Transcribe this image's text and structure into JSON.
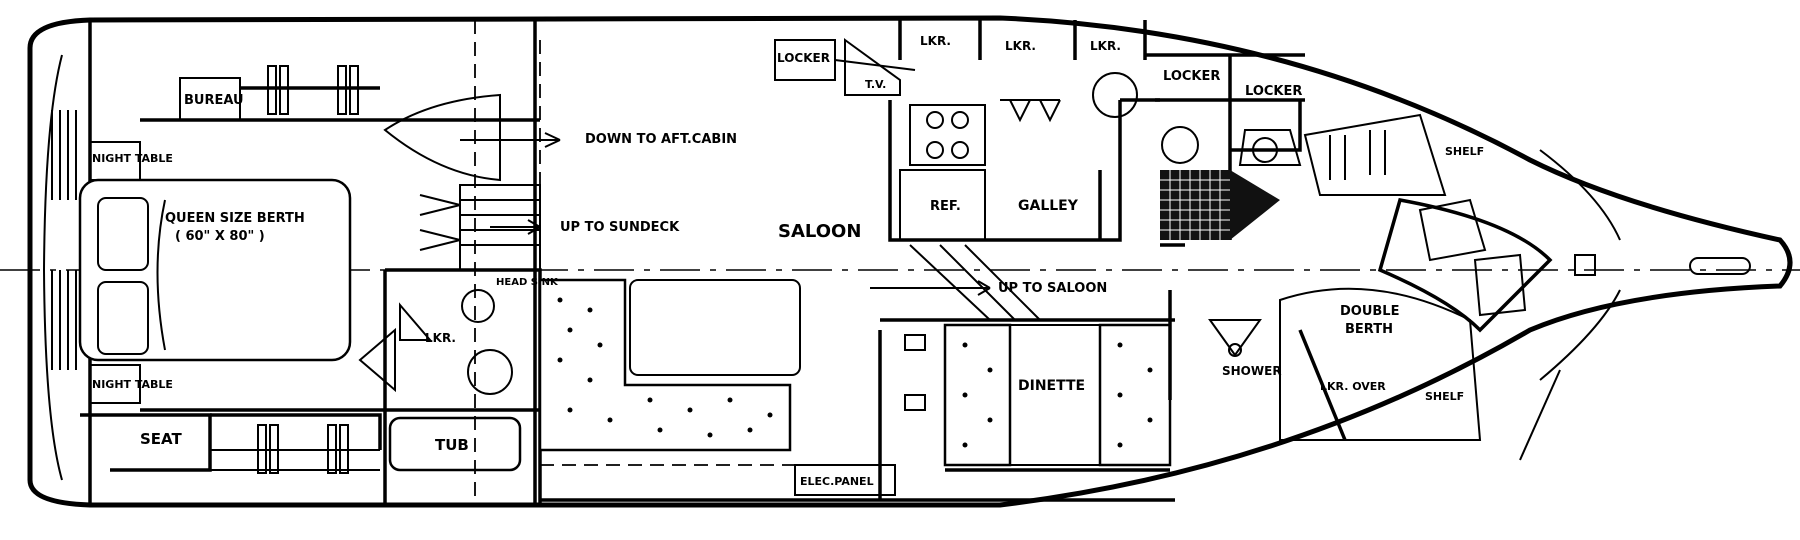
{
  "labels": {
    "bureau": "BUREAU",
    "night_table_top": "NIGHT TABLE",
    "night_table_bottom": "NIGHT TABLE",
    "queen_berth": "QUEEN SIZE BERTH",
    "queen_dims": "( 60\" X 80\" )",
    "seat": "SEAT",
    "tub": "TUB",
    "lkr_aft": "LKR.",
    "head_sink": "HEAD SINK",
    "down_aft_cabin": "DOWN TO AFT.CABIN",
    "up_sundeck": "UP TO SUNDECK",
    "saloon": "SALOON",
    "locker_saloon": "LOCKER",
    "tv": "T.V.",
    "lkr1": "LKR.",
    "lkr2": "LKR.",
    "lkr3": "LKR.",
    "locker_fwd1": "LOCKER",
    "locker_fwd2": "LOCKER",
    "ref": "REF.",
    "galley": "GALLEY",
    "up_saloon": "UP TO SALOON",
    "dinette": "DINETTE",
    "elec_panel": "ELEC.PANEL",
    "shower": "SHOWER",
    "lkr_over": "LKR. OVER",
    "double_berth_1": "DOUBLE",
    "double_berth_2": "BERTH",
    "shelf_top": "SHELF",
    "shelf_bottom": "SHELF"
  }
}
